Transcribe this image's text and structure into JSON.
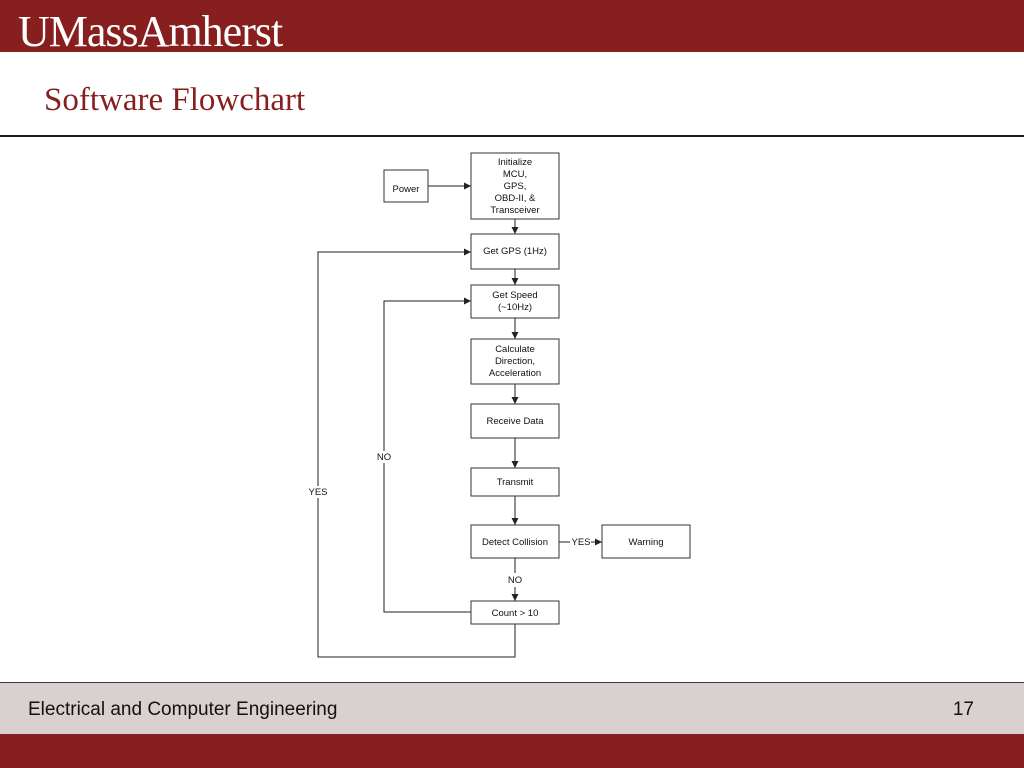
{
  "header": {
    "logo_text": "UMassAmherst",
    "title": "Software Flowchart"
  },
  "flowchart": {
    "nodes": {
      "power": {
        "label": "Power"
      },
      "init": {
        "label": "Initialize\nMCU,\nGPS,\nOBD-II, &\nTransceiver"
      },
      "gps": {
        "label": "Get GPS (1Hz)"
      },
      "speed": {
        "label": "Get Speed\n(~10Hz)"
      },
      "calc": {
        "label": "Calculate\nDirection,\nAcceleration"
      },
      "receive": {
        "label": "Receive Data"
      },
      "transmit": {
        "label": "Transmit"
      },
      "detect": {
        "label": "Detect Collision"
      },
      "warning": {
        "label": "Warning"
      },
      "count": {
        "label": "Count > 10"
      }
    },
    "edge_labels": {
      "detect_yes": "YES",
      "detect_no": "NO",
      "count_no": "NO",
      "count_yes": "YES"
    }
  },
  "footer": {
    "department": "Electrical and Computer Engineering",
    "page_number": "17"
  },
  "colors": {
    "brand": "#861f1e",
    "footer_band": "#d9d0d0"
  }
}
